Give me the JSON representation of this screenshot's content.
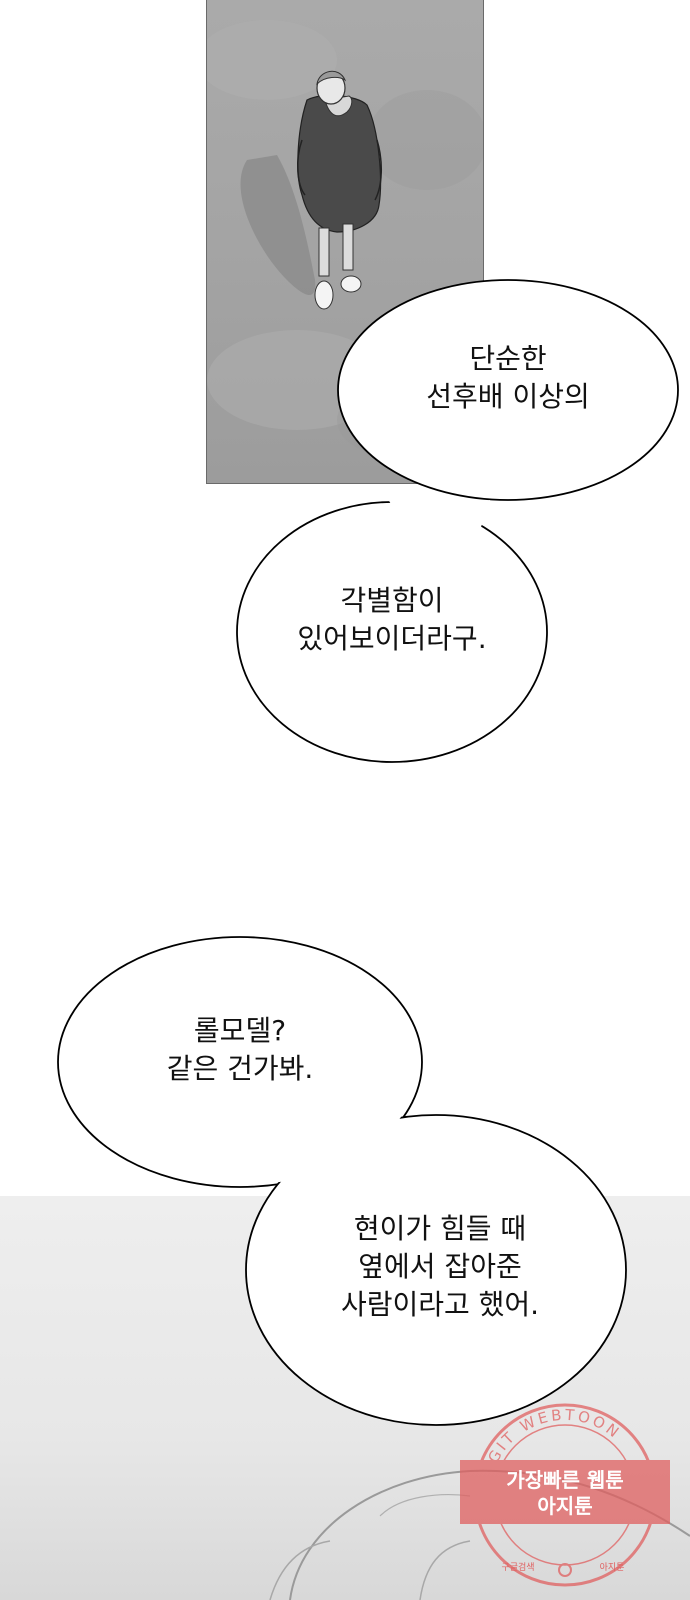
{
  "bubbles": [
    {
      "lines": [
        "단순한",
        "선후배 이상의"
      ]
    },
    {
      "lines": [
        "각별함이",
        "있어보이더라구."
      ]
    },
    {
      "lines": [
        "롤모델?",
        "같은 건가봐."
      ]
    },
    {
      "lines": [
        "현이가 힘들 때",
        "옆에서 잡아준",
        "사람이라고 했어."
      ]
    }
  ],
  "watermark": {
    "arc_text": "AGIT WEBTOON",
    "line1": "가장빠른 웹툰",
    "line2": "아지툰",
    "footer_left": "구글검색",
    "footer_right": "아지툰",
    "color": "#e06060"
  },
  "colors": {
    "page_bg": "#ffffff",
    "panel_top_bg": "#a6a6a6",
    "panel_bottom_bg": "#e8e8e8",
    "bubble_fill": "#ffffff",
    "bubble_stroke": "#000000"
  }
}
